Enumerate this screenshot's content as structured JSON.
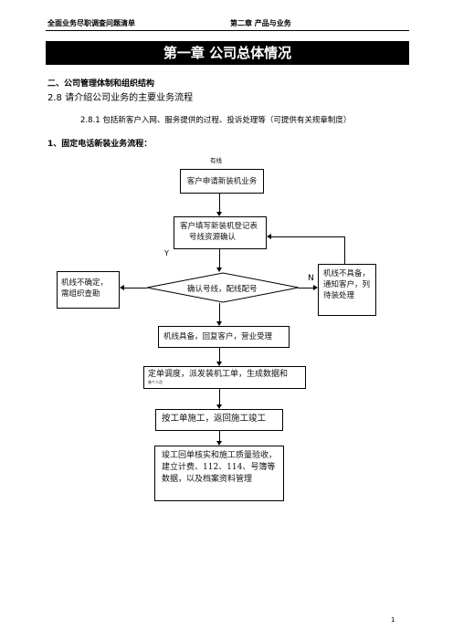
{
  "header": {
    "left": "全面业务尽职调查问题清单",
    "right": "第二章  产品与业务"
  },
  "chapter_title": "第一章  公司总体情况",
  "section": "二、公司管理体制和组织结构",
  "question": "2.8 请介绍公司业务的主要业务流程",
  "sub_question": "2.8.1 包括新客户入网、服务提供的过程、投诉处理等（可提供有关规章制度）",
  "flow_heading": "1、固定电话新装业务流程：",
  "flowchart": {
    "top_label": "有线",
    "step1": "客户申请新装机业务",
    "step2_line1": "客户填写新装机登记表",
    "step2_line2": "号线资源确认",
    "decision": "确认号线，配线配号",
    "y_label": "Y",
    "n_label": "N",
    "left_box": "机线不确定，需组织查勘",
    "right_box": "机线不具备，通知客户，列待装处理",
    "step4": "机线具备，回复客户，营业受理",
    "step5": "定单调度，派发装机工单，生成数据和",
    "step5_small": "装个人员",
    "step6": "按工单施工，返回施工竣工",
    "step7": "竣工回单核实和施工质量验收，建立计费、112、114、号簿等数据，以及档案资料管理"
  },
  "page_number": "1"
}
